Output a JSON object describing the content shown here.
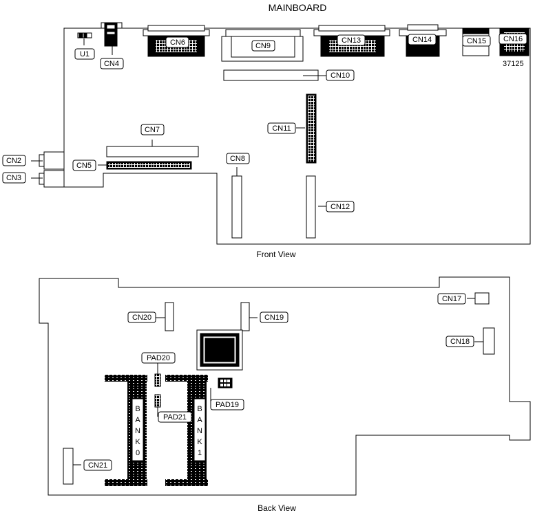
{
  "title": "MAINBOARD",
  "part_number": "37125",
  "front": {
    "caption": "Front View",
    "labels": {
      "u1": "U1",
      "cn4": "CN4",
      "cn6": "CN6",
      "cn9": "CN9",
      "cn13": "CN13",
      "cn14": "CN14",
      "cn15": "CN15",
      "cn16": "CN16",
      "cn10": "CN10",
      "cn11": "CN11",
      "cn7": "CN7",
      "cn2": "CN2",
      "cn3": "CN3",
      "cn5": "CN5",
      "cn8": "CN8",
      "cn12": "CN12"
    }
  },
  "back": {
    "caption": "Back View",
    "labels": {
      "cn17": "CN17",
      "cn18": "CN18",
      "cn19": "CN19",
      "cn20": "CN20",
      "cn21": "CN21",
      "pad19": "PAD19",
      "pad20": "PAD20",
      "pad21": "PAD21"
    },
    "bank0": [
      "B",
      "A",
      "N",
      "K",
      "0"
    ],
    "bank1": [
      "B",
      "A",
      "N",
      "K",
      "1"
    ]
  }
}
